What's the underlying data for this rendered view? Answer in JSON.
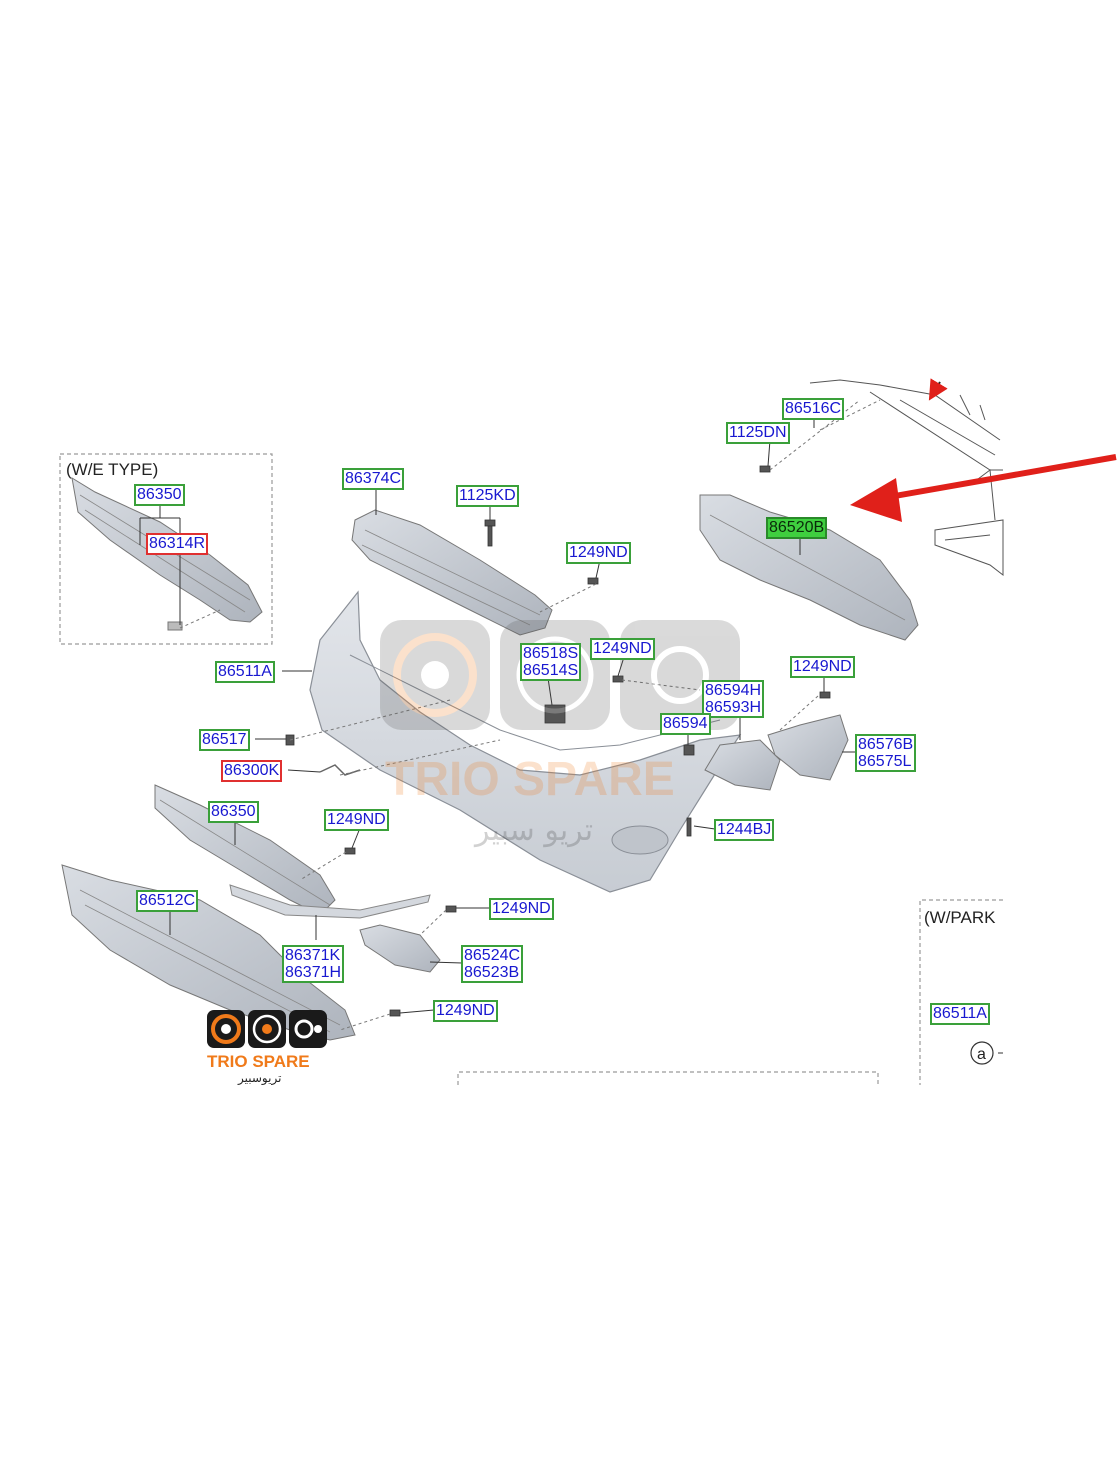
{
  "sections": {
    "we_type": "(W/E TYPE)",
    "w_park": "(W/PARK",
    "circle_ref": "a"
  },
  "labels": {
    "l86350_top": "86350",
    "l86314R": "86314R",
    "l86374C": "86374C",
    "l1125KD": "1125KD",
    "l1249ND_a": "1249ND",
    "l1125DN": "1125DN",
    "l86516C": "86516C",
    "l86520B": "86520B",
    "l86511A": "86511A",
    "l86518S": "86518S",
    "l86514S": "86514S",
    "l1249ND_b": "1249ND",
    "l86594H": "86594H",
    "l86593H": "86593H",
    "l1249ND_c": "1249ND",
    "l86594": "86594",
    "l86576B": "86576B",
    "l86575L": "86575L",
    "l86517": "86517",
    "l86300K": "86300K",
    "l86350_mid": "86350",
    "l1249ND_d": "1249ND",
    "l1244BJ": "1244BJ",
    "l86512C": "86512C",
    "l1249ND_e": "1249ND",
    "l86371K": "86371K",
    "l86371H": "86371H",
    "l86524C": "86524C",
    "l86523B": "86523B",
    "l1249ND_f": "1249ND",
    "l86511A_right": "86511A"
  },
  "watermark": {
    "brand": "TRIO SPARE",
    "arabic": "تريو سبير"
  },
  "logo": {
    "brand": "TRIO SPARE",
    "arabic": "تريوسبير"
  },
  "colors": {
    "label_border": "#3aa03a",
    "label_text": "#1818d0",
    "highlight_fill": "#3fcf3f",
    "warning_border": "#e03030",
    "arrow": "#e0201a",
    "brand_orange": "#f07a1a"
  }
}
